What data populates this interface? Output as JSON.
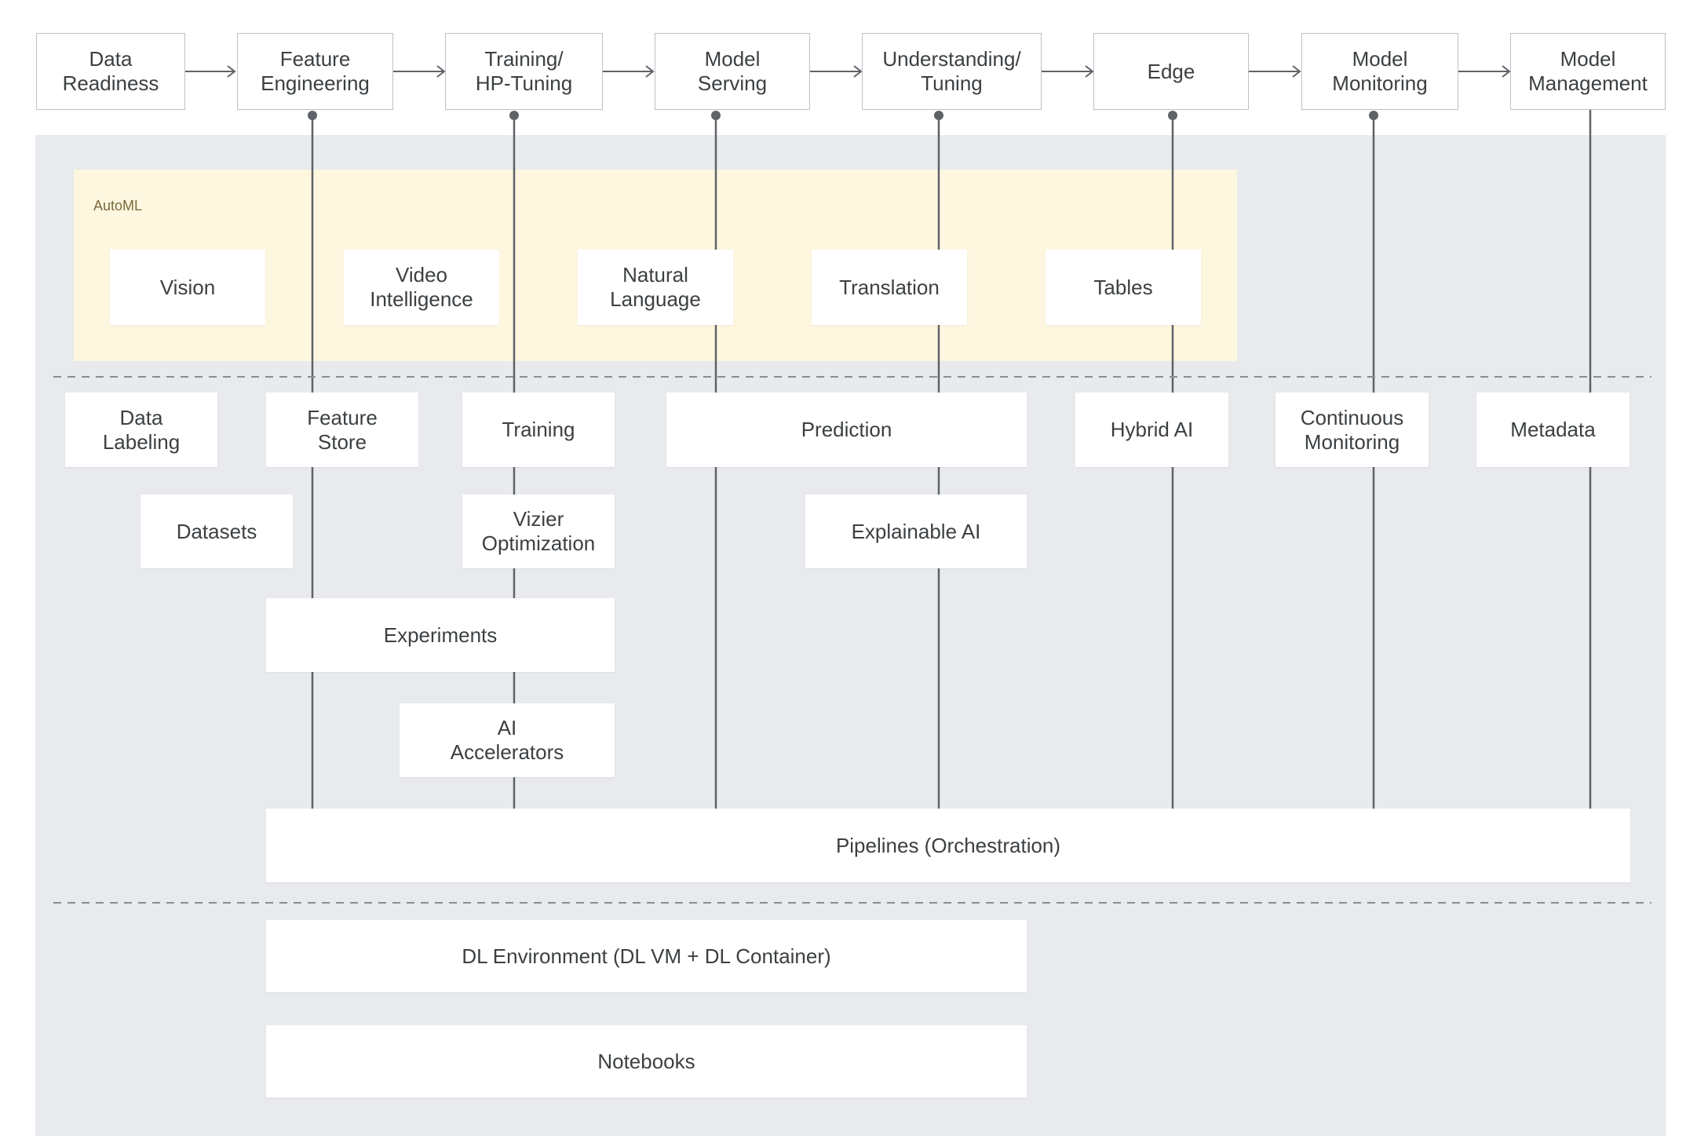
{
  "stages": [
    "Data\nReadiness",
    "Feature\nEngineering",
    "Training/\nHP-Tuning",
    "Model\nServing",
    "Understanding/\nTuning",
    "Edge",
    "Model\nMonitoring",
    "Model\nManagement"
  ],
  "automl": {
    "title": "AutoML",
    "products": [
      "Vision",
      "Video\nIntelligence",
      "Natural\nLanguage",
      "Translation",
      "Tables"
    ]
  },
  "services": {
    "data_labeling": "Data\nLabeling",
    "feature_store": "Feature\nStore",
    "training": "Training",
    "prediction": "Prediction",
    "hybrid_ai": "Hybrid AI",
    "continuous_monitoring": "Continuous\nMonitoring",
    "metadata": "Metadata",
    "datasets": "Datasets",
    "vizier": "Vizier\nOptimization",
    "explainable_ai": "Explainable AI",
    "experiments": "Experiments",
    "ai_accelerators": "AI\nAccelerators",
    "pipelines": "Pipelines (Orchestration)"
  },
  "foundation": {
    "dl_environment": "DL Environment (DL VM + DL Container)",
    "notebooks": "Notebooks"
  },
  "colors": {
    "panel": "#e8eaed",
    "automl_area": "#fef7e0",
    "connector": "#5f6368",
    "box": "#ffffff"
  }
}
